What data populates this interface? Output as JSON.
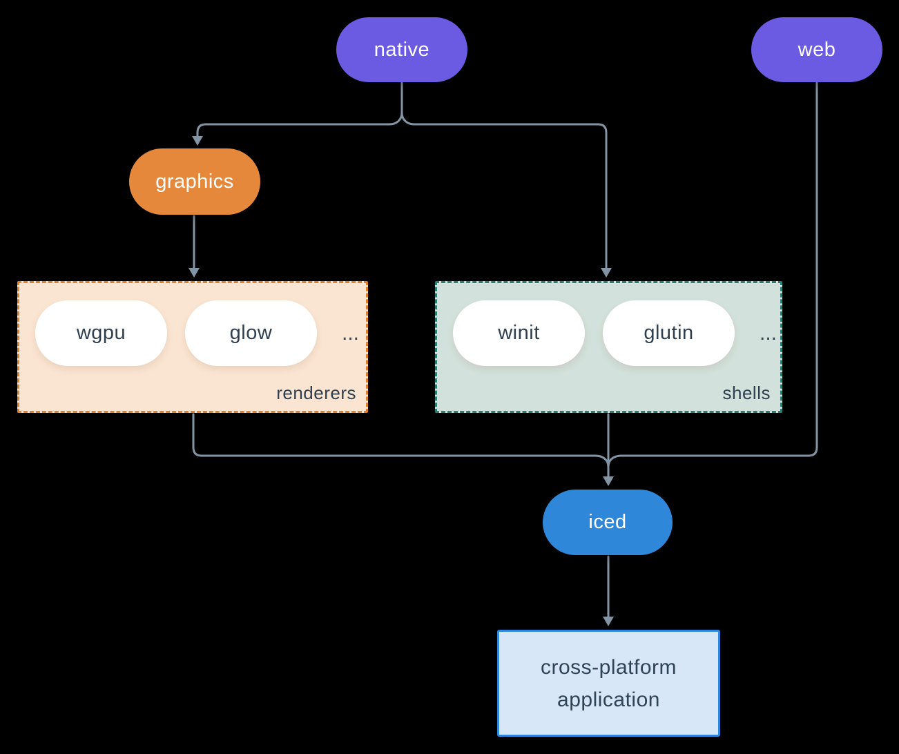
{
  "nodes": {
    "native": {
      "label": "native",
      "color": "#6a5be2",
      "text_color": "#ffffff"
    },
    "web": {
      "label": "web",
      "color": "#6a5be2",
      "text_color": "#ffffff"
    },
    "graphics": {
      "label": "graphics",
      "color": "#e5883c",
      "text_color": "#ffffff"
    },
    "iced": {
      "label": "iced",
      "color": "#2e87d8",
      "text_color": "#ffffff"
    },
    "app": {
      "line1": "cross-platform",
      "line2": "application",
      "fill": "#d7e7f8",
      "border_color": "#2e86de",
      "text_color": "#2f4357"
    }
  },
  "groups": {
    "renderers": {
      "label": "renderers",
      "items": [
        {
          "label": "wgpu"
        },
        {
          "label": "glow"
        }
      ],
      "ellipsis": "...",
      "fill": "#fae5d2",
      "border_color": "#e0812f"
    },
    "shells": {
      "label": "shells",
      "items": [
        {
          "label": "winit"
        },
        {
          "label": "glutin"
        }
      ],
      "ellipsis": "...",
      "fill": "#d2e1db",
      "border_color": "#2a7d72"
    }
  },
  "edges": [
    {
      "from": "native",
      "to": "graphics"
    },
    {
      "from": "native",
      "to": "shells"
    },
    {
      "from": "graphics",
      "to": "renderers"
    },
    {
      "from": "renderers",
      "to": "iced"
    },
    {
      "from": "shells",
      "to": "iced"
    },
    {
      "from": "web",
      "to": "iced"
    },
    {
      "from": "iced",
      "to": "app"
    }
  ],
  "style": {
    "background": "#000000",
    "connector_color": "#8394a4",
    "item_pill_fill": "#ffffff",
    "item_text_color": "#2e3f50",
    "group_label_color": "#2e3f50"
  }
}
